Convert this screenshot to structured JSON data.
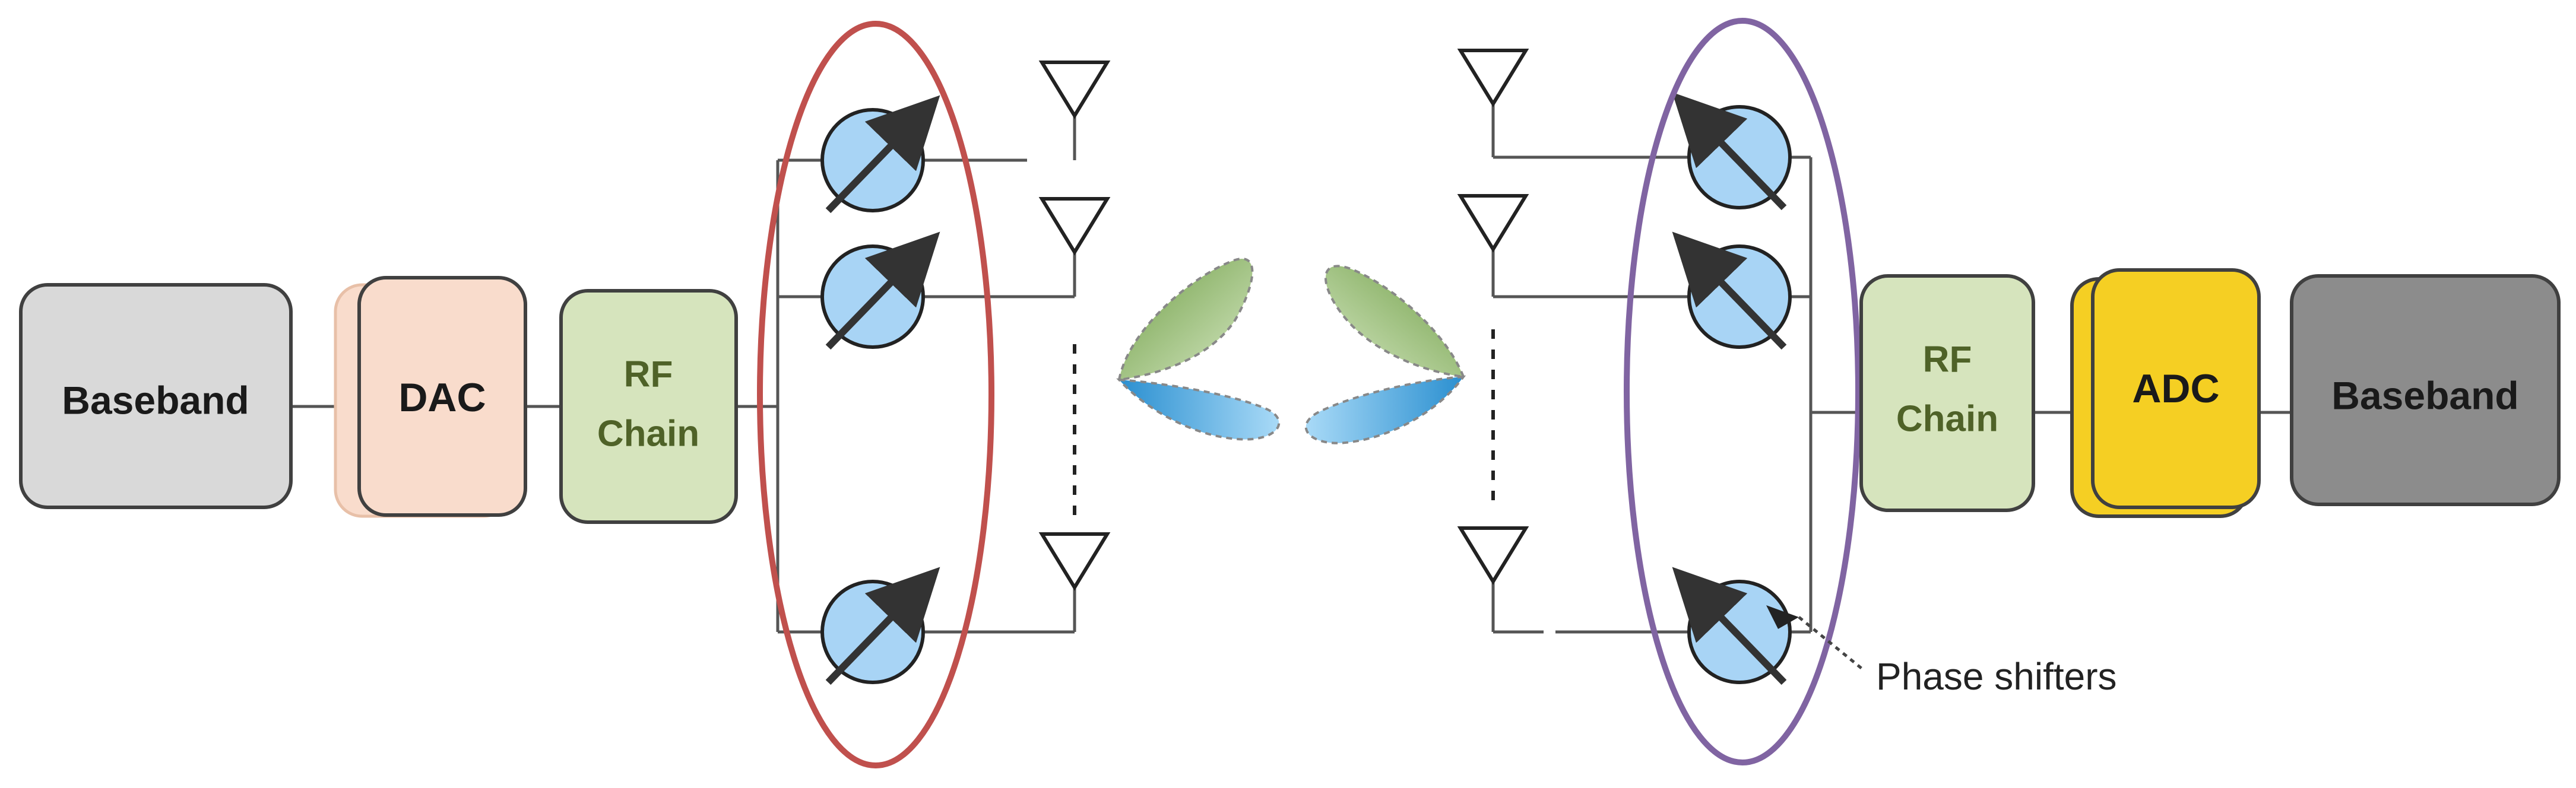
{
  "transmitter": {
    "baseband": {
      "label": "Baseband",
      "color": "#d9d9d9"
    },
    "dac": {
      "label": "DAC",
      "color": "#f9dccc"
    },
    "rf_chain": {
      "label_line1": "RF",
      "label_line2": "Chain",
      "color": "#d6e4bd"
    },
    "phase_shifter_group_color": "#c0504d"
  },
  "receiver": {
    "baseband": {
      "label": "Baseband",
      "color": "#8c8c8c"
    },
    "adc": {
      "label": "ADC",
      "color": "#f5cf23"
    },
    "rf_chain": {
      "label_line1": "RF",
      "label_line2": "Chain",
      "color": "#d6e4bd"
    },
    "phase_shifter_group_color": "#8064a2"
  },
  "phase_shifter_color": "#a8d4f5",
  "beam_colors": {
    "upper": "#8db56a",
    "lower": "#4aa8e0"
  },
  "annotation": {
    "label": "Phase shifters"
  }
}
